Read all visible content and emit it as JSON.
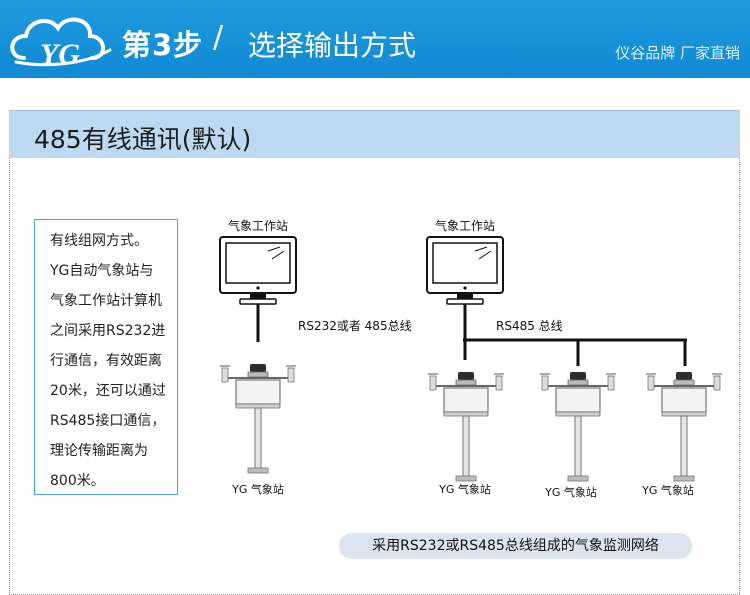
{
  "header": {
    "step": "第3步",
    "separator": "/",
    "title": "选择输出方式",
    "slogan": "仪谷品牌 厂家直销",
    "logo_text": "YG"
  },
  "panel": {
    "title": "485有线通讯(默认)"
  },
  "description": {
    "lines": [
      "有线组网方式。",
      "YG自动气象站与",
      "气象工作站计算机",
      "之间采用RS232进",
      "行通信，有效距离",
      "20米，还可以通过",
      "RS485接口通信，",
      "理论传输距离为",
      "800米。"
    ]
  },
  "diagram": {
    "workstation_label_1": "气象工作站",
    "workstation_label_2": "气象工作站",
    "line_label_1": "RS232或者 485总线",
    "line_label_2": "RS485 总线",
    "station_label_1": "YG 气象站",
    "station_label_2": "YG 气象站",
    "station_label_3": "YG 气象站",
    "station_label_4": "YG 气象站"
  },
  "caption": "采用RS232或RS485总线组成的气象监测网络",
  "colors": {
    "header_blue": "#1592da",
    "panel_head": "#bcd9f1",
    "border_blue": "#4aa3da",
    "caption_bg": "#dbe4ef"
  }
}
